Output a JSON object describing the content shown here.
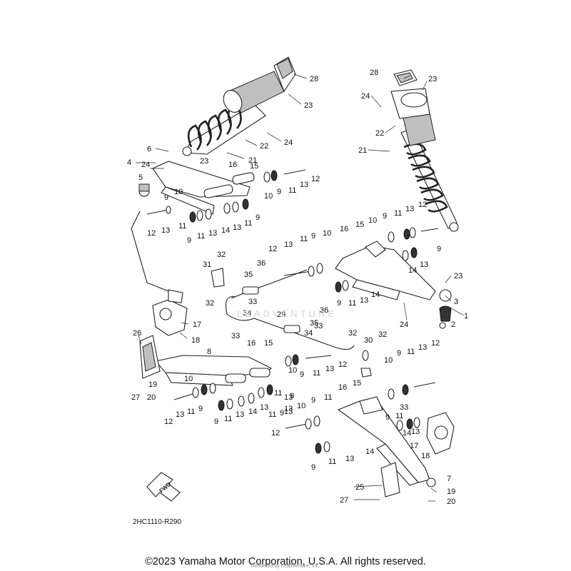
{
  "diagram": {
    "reference_code": "2HC1110-R290",
    "fwd_label": "FWD",
    "copyright": "©2023 Yamaha Motor Corporation, U.S.A. All rights reserved.",
    "rendered_by": "Rendered by LeadVenture, Inc.",
    "watermark": "LEADVENTURE",
    "callouts": [
      {
        "id": "c1",
        "label": "28"
      },
      {
        "id": "c2",
        "label": "23"
      },
      {
        "id": "c3",
        "label": "24"
      },
      {
        "id": "c4",
        "label": "22"
      },
      {
        "id": "c5",
        "label": "21"
      },
      {
        "id": "c6",
        "label": "6"
      },
      {
        "id": "c7",
        "label": "4"
      },
      {
        "id": "c8",
        "label": "24"
      },
      {
        "id": "c9",
        "label": "23"
      },
      {
        "id": "c10",
        "label": "16"
      },
      {
        "id": "c11",
        "label": "15"
      },
      {
        "id": "c12",
        "label": "12"
      },
      {
        "id": "c13",
        "label": "13"
      },
      {
        "id": "c14",
        "label": "11"
      },
      {
        "id": "c15",
        "label": "9"
      },
      {
        "id": "c16",
        "label": "10"
      },
      {
        "id": "c17",
        "label": "5"
      },
      {
        "id": "c18",
        "label": "9"
      },
      {
        "id": "c19",
        "label": "10"
      },
      {
        "id": "c20",
        "label": "12"
      },
      {
        "id": "c21",
        "label": "13"
      },
      {
        "id": "c22",
        "label": "11"
      },
      {
        "id": "c23",
        "label": "9"
      },
      {
        "id": "c24",
        "label": "11"
      },
      {
        "id": "c25",
        "label": "13"
      },
      {
        "id": "c26",
        "label": "14"
      },
      {
        "id": "c27",
        "label": "13"
      },
      {
        "id": "c28",
        "label": "11"
      },
      {
        "id": "c29",
        "label": "9"
      },
      {
        "id": "c30",
        "label": "28"
      },
      {
        "id": "c31",
        "label": "23"
      },
      {
        "id": "c32",
        "label": "24"
      },
      {
        "id": "c33",
        "label": "22"
      },
      {
        "id": "c34",
        "label": "21"
      },
      {
        "id": "c35",
        "label": "12"
      },
      {
        "id": "c36",
        "label": "15"
      },
      {
        "id": "c37",
        "label": "10"
      },
      {
        "id": "c38",
        "label": "9"
      },
      {
        "id": "c39",
        "label": "11"
      },
      {
        "id": "c40",
        "label": "13"
      },
      {
        "id": "c41",
        "label": "9"
      },
      {
        "id": "c42",
        "label": "16"
      },
      {
        "id": "c43",
        "label": "13"
      },
      {
        "id": "c44",
        "label": "11"
      },
      {
        "id": "c45",
        "label": "9"
      },
      {
        "id": "c46",
        "label": "10"
      },
      {
        "id": "c47",
        "label": "12"
      },
      {
        "id": "c48",
        "label": "13"
      },
      {
        "id": "c49",
        "label": "14"
      },
      {
        "id": "c50",
        "label": "23"
      },
      {
        "id": "c51",
        "label": "3"
      },
      {
        "id": "c52",
        "label": "1"
      },
      {
        "id": "c53",
        "label": "2"
      },
      {
        "id": "c54",
        "label": "9"
      },
      {
        "id": "c55",
        "label": "11"
      },
      {
        "id": "c56",
        "label": "13"
      },
      {
        "id": "c57",
        "label": "14"
      },
      {
        "id": "c58",
        "label": "24"
      },
      {
        "id": "c59",
        "label": "32"
      },
      {
        "id": "c60",
        "label": "31"
      },
      {
        "id": "c61",
        "label": "36"
      },
      {
        "id": "c62",
        "label": "35"
      },
      {
        "id": "c63",
        "label": "32"
      },
      {
        "id": "c64",
        "label": "33"
      },
      {
        "id": "c65",
        "label": "34"
      },
      {
        "id": "c66",
        "label": "29"
      },
      {
        "id": "c67",
        "label": "36"
      },
      {
        "id": "c68",
        "label": "35"
      },
      {
        "id": "c69",
        "label": "34"
      },
      {
        "id": "c70",
        "label": "17"
      },
      {
        "id": "c71",
        "label": "18"
      },
      {
        "id": "c72",
        "label": "26"
      },
      {
        "id": "c73",
        "label": "33"
      },
      {
        "id": "c74",
        "label": "16"
      },
      {
        "id": "c75",
        "label": "15"
      },
      {
        "id": "c76",
        "label": "8"
      },
      {
        "id": "c77",
        "label": "33"
      },
      {
        "id": "c78",
        "label": "32"
      },
      {
        "id": "c79",
        "label": "30"
      },
      {
        "id": "c80",
        "label": "32"
      },
      {
        "id": "c81",
        "label": "10"
      },
      {
        "id": "c82",
        "label": "9"
      },
      {
        "id": "c83",
        "label": "11"
      },
      {
        "id": "c84",
        "label": "13"
      },
      {
        "id": "c85",
        "label": "12"
      },
      {
        "id": "c86",
        "label": "10"
      },
      {
        "id": "c87",
        "label": "9"
      },
      {
        "id": "c88",
        "label": "11"
      },
      {
        "id": "c89",
        "label": "13"
      },
      {
        "id": "c90",
        "label": "12"
      },
      {
        "id": "c91",
        "label": "19"
      },
      {
        "id": "c92",
        "label": "20"
      },
      {
        "id": "c93",
        "label": "27"
      },
      {
        "id": "c94",
        "label": "10"
      },
      {
        "id": "c95",
        "label": "9"
      },
      {
        "id": "c96",
        "label": "11"
      },
      {
        "id": "c97",
        "label": "13"
      },
      {
        "id": "c98",
        "label": "12"
      },
      {
        "id": "c99",
        "label": "13"
      },
      {
        "id": "c100",
        "label": "11"
      },
      {
        "id": "c101",
        "label": "9"
      },
      {
        "id": "c102",
        "label": "9"
      },
      {
        "id": "c103",
        "label": "11"
      },
      {
        "id": "c104",
        "label": "13"
      },
      {
        "id": "c105",
        "label": "14"
      },
      {
        "id": "c106",
        "label": "13"
      },
      {
        "id": "c107",
        "label": "11"
      },
      {
        "id": "c108",
        "label": "9"
      },
      {
        "id": "c109",
        "label": "16"
      },
      {
        "id": "c110",
        "label": "15"
      },
      {
        "id": "c111",
        "label": "10"
      },
      {
        "id": "c112",
        "label": "9"
      },
      {
        "id": "c113",
        "label": "11"
      },
      {
        "id": "c114",
        "label": "13"
      },
      {
        "id": "c115",
        "label": "12"
      },
      {
        "id": "c116",
        "label": "13"
      },
      {
        "id": "c117",
        "label": "33"
      },
      {
        "id": "c118",
        "label": "9"
      },
      {
        "id": "c119",
        "label": "11"
      },
      {
        "id": "c120",
        "label": "14"
      },
      {
        "id": "c121",
        "label": "13"
      },
      {
        "id": "c122",
        "label": "17"
      },
      {
        "id": "c123",
        "label": "18"
      },
      {
        "id": "c124",
        "label": "9"
      },
      {
        "id": "c125",
        "label": "11"
      },
      {
        "id": "c126",
        "label": "13"
      },
      {
        "id": "c127",
        "label": "14"
      },
      {
        "id": "c128",
        "label": "7"
      },
      {
        "id": "c129",
        "label": "25"
      },
      {
        "id": "c130",
        "label": "19"
      },
      {
        "id": "c131",
        "label": "27"
      },
      {
        "id": "c132",
        "label": "20"
      }
    ]
  }
}
